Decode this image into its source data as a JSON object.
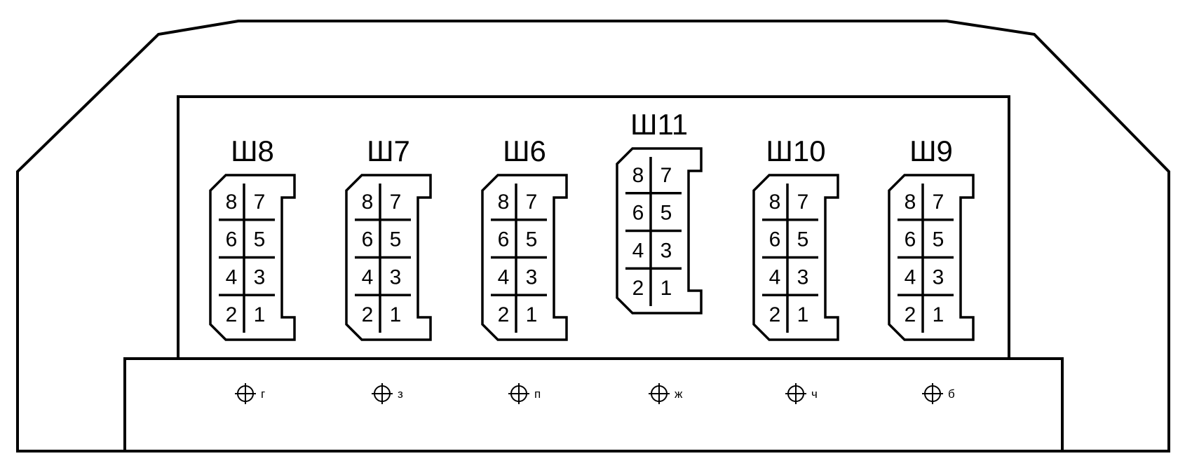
{
  "connectors": [
    {
      "label": "Ш8",
      "pins": [
        [
          "8",
          "7"
        ],
        [
          "6",
          "5"
        ],
        [
          "4",
          "3"
        ],
        [
          "2",
          "1"
        ]
      ],
      "mount_letter": "г"
    },
    {
      "label": "Ш7",
      "pins": [
        [
          "8",
          "7"
        ],
        [
          "6",
          "5"
        ],
        [
          "4",
          "3"
        ],
        [
          "2",
          "1"
        ]
      ],
      "mount_letter": "з"
    },
    {
      "label": "Ш6",
      "pins": [
        [
          "8",
          "7"
        ],
        [
          "6",
          "5"
        ],
        [
          "4",
          "3"
        ],
        [
          "2",
          "1"
        ]
      ],
      "mount_letter": "п"
    },
    {
      "label": "Ш11",
      "pins": [
        [
          "8",
          "7"
        ],
        [
          "6",
          "5"
        ],
        [
          "4",
          "3"
        ],
        [
          "2",
          "1"
        ]
      ],
      "mount_letter": "ж"
    },
    {
      "label": "Ш10",
      "pins": [
        [
          "8",
          "7"
        ],
        [
          "6",
          "5"
        ],
        [
          "4",
          "3"
        ],
        [
          "2",
          "1"
        ]
      ],
      "mount_letter": "ч"
    },
    {
      "label": "Ш9",
      "pins": [
        [
          "8",
          "7"
        ],
        [
          "6",
          "5"
        ],
        [
          "4",
          "3"
        ],
        [
          "2",
          "1"
        ]
      ],
      "mount_letter": "б"
    }
  ],
  "mount_icon": "crosshair-circle-icon",
  "colors": {
    "stroke": "#000000",
    "background": "#ffffff"
  }
}
